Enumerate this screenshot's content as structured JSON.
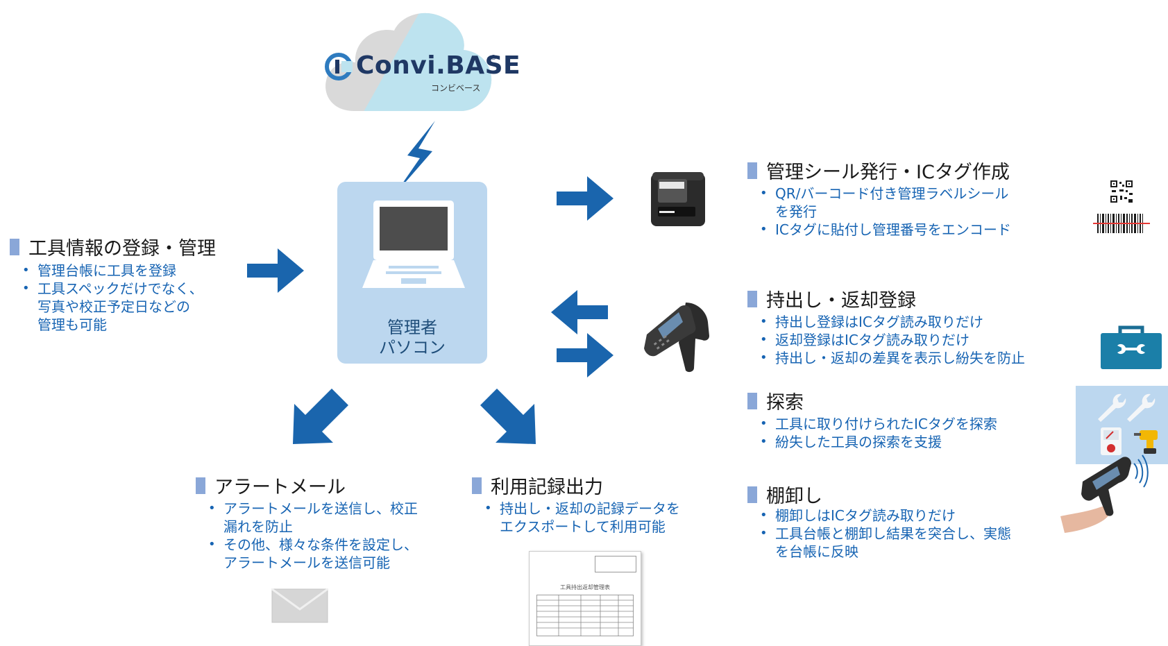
{
  "logo": {
    "name": "Convi.BASE",
    "reg": "®",
    "kana": "コンビベース"
  },
  "pc": {
    "line1": "管理者",
    "line2": "パソコン"
  },
  "left": {
    "title": "工具情報の登録・管理",
    "bullets": [
      "管理台帳に工具を登録",
      "工具スペックだけでなく、",
      "写真や校正予定日などの",
      "管理も可能"
    ]
  },
  "label_issue": {
    "title": "管理シール発行・ICタグ作成",
    "bullets": [
      "QR/バーコード付き管理ラベルシール",
      "を発行",
      "ICタグに貼付し管理番号をエンコード"
    ]
  },
  "checkout": {
    "title": "持出し・返却登録",
    "bullets": [
      "持出し登録はICタグ読み取りだけ",
      "返却登録はICタグ読み取りだけ",
      "持出し・返却の差異を表示し紛失を防止"
    ]
  },
  "search": {
    "title": "探索",
    "bullets": [
      "工具に取り付けられたICタグを探索",
      "紛失した工具の探索を支援"
    ]
  },
  "inventory": {
    "title": "棚卸し",
    "bullets": [
      "棚卸しはICタグ読み取りだけ",
      "工具台帳と棚卸し結果を突合し、実態",
      "を台帳に反映"
    ]
  },
  "alert": {
    "title": "アラートメール",
    "bullets": [
      "アラートメールを送信し、校正",
      "漏れを防止",
      "その他、様々な条件を設定し、",
      "アラートメールを送信可能"
    ]
  },
  "usage": {
    "title": "利用記録出力",
    "bullets": [
      "持出し・返却の記録データを",
      "エクスポートして利用可能"
    ]
  },
  "report": {
    "title": "工具持出返却管理表"
  },
  "colors": {
    "accent": "#1764b3",
    "arrow": "#1a65ad",
    "marker": "#8aa7d8",
    "pc_bg": "#bcd7ef"
  }
}
